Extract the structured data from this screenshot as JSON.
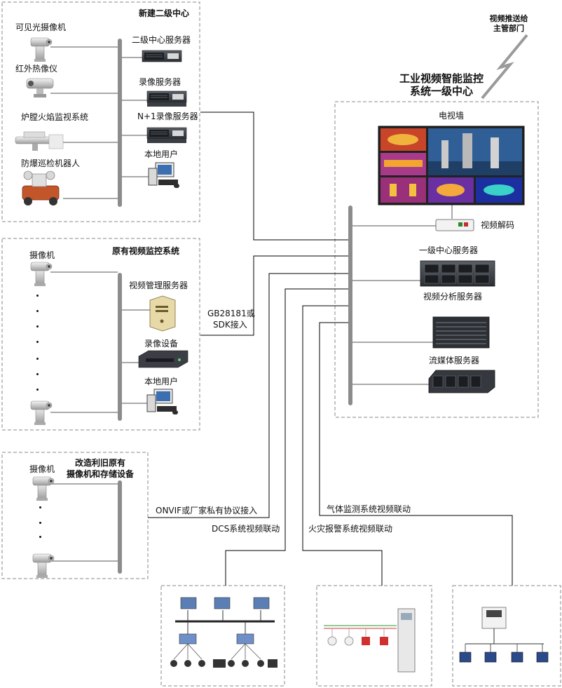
{
  "center": {
    "title_line1": "工业视频智能监控",
    "title_line2": "系统一级中心",
    "video_wall": "电视墙",
    "video_decode": "视频解码",
    "primary_server": "一级中心服务器",
    "analysis_server": "视频分析服务器",
    "stream_server": "流媒体服务器"
  },
  "push": {
    "line1": "视频推送给",
    "line2": "主管部门"
  },
  "new_center": {
    "title": "新建二级中心",
    "visible_camera": "可见光摄像机",
    "infrared_camera": "红外热像仪",
    "furnace_system": "炉膛火焰监视系统",
    "robot": "防爆巡检机器人",
    "secondary_server": "二级中心服务器",
    "recording_server": "录像服务器",
    "n1_recording_server": "N+1录像服务器",
    "local_user": "本地用户"
  },
  "existing_system": {
    "title": "原有视频监控系统",
    "camera": "摄像机",
    "vms_server": "视频管理服务器",
    "recorder": "录像设备",
    "local_user": "本地用户",
    "interface_line1": "GB28181或",
    "interface_line2": "SDK接入"
  },
  "retrofit": {
    "title_line1": "改造利旧原有",
    "title_line2": "摄像机和存储设备",
    "camera": "摄像机",
    "protocol": "ONVIF或厂家私有协议接入"
  },
  "linkage": {
    "dcs": "DCS系统视频联动",
    "fire": "火灾报警系统视频联动",
    "gas": "气体监测系统视频联动"
  },
  "colors": {
    "bus": "#8c8c8c",
    "border": "#8a8a8a",
    "line": "#000000"
  }
}
